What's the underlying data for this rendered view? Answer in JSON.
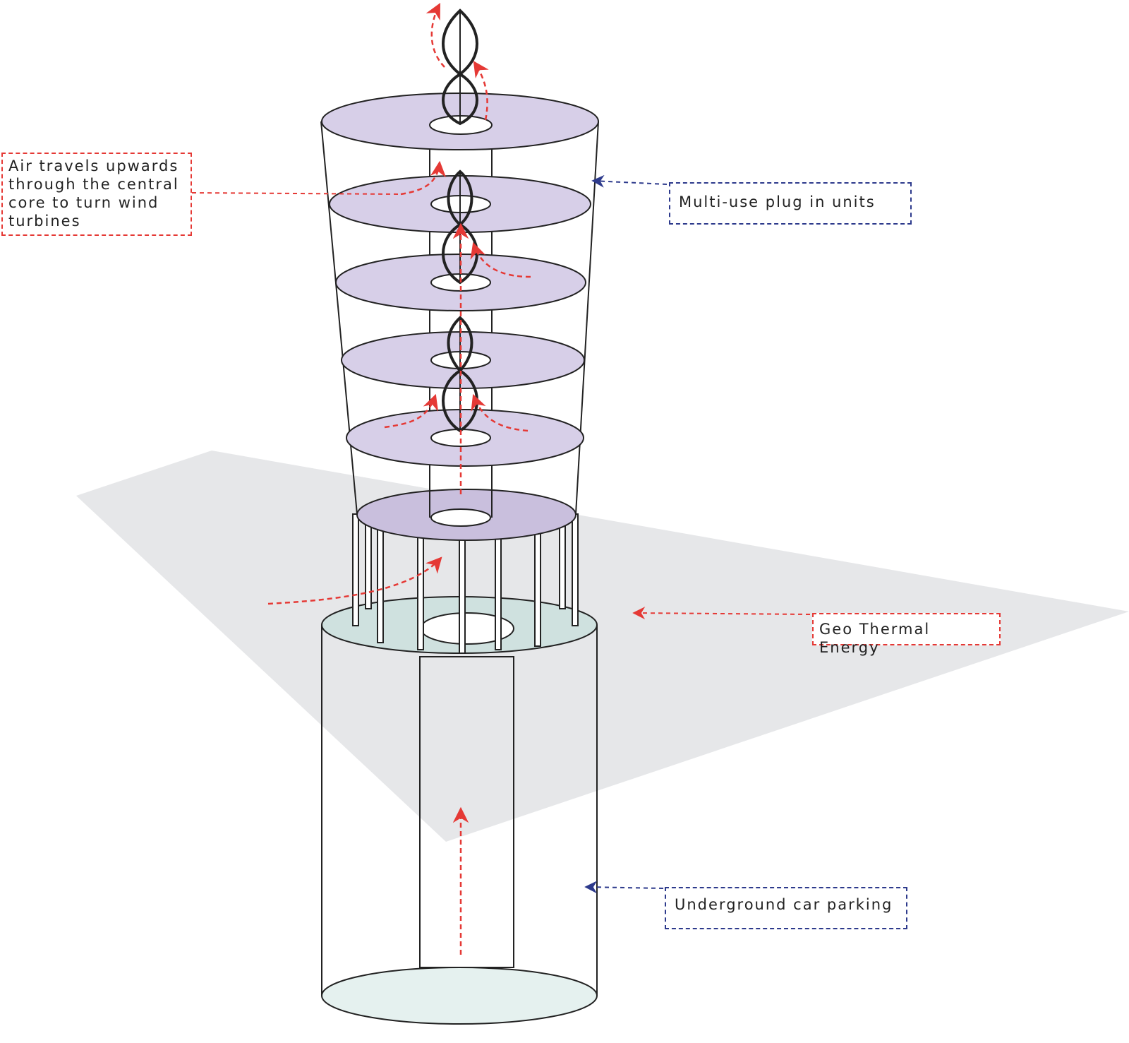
{
  "diagram": {
    "labels": {
      "air_core": "Air travels upwards\nthrough the central\ncore to turn wind\nturbines",
      "plug_in": "Multi-use plug in units",
      "geothermal": "Geo Thermal Energy",
      "parking": "Underground car parking"
    },
    "colors": {
      "airflow": "#e53935",
      "pointer": "#2d3a8c",
      "floor_fill": "#d7cfe8",
      "lobby_fill": "#c9bfdd",
      "ground_fill": "#cfe1df",
      "base_fill": "#e5f1ef",
      "ground_plane": "#e6e7e9",
      "outline": "#222222"
    }
  }
}
